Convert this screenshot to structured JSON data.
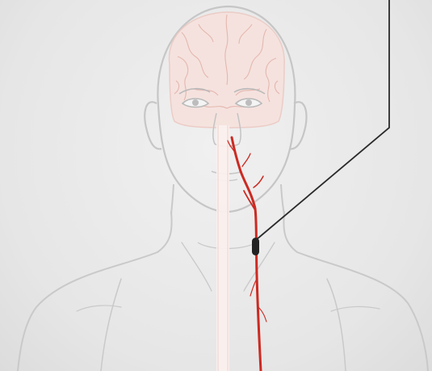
{
  "figure": {
    "subject": "head-neck-anatomy",
    "colors": {
      "background": "#e9e9e9",
      "outline": "#c8c8c8",
      "brain_fill": "#f6dcd6",
      "brain_lines": "#e6b8b0",
      "spine": "#f9ecea",
      "artery": "#cc2a22",
      "device": "#222222",
      "lead_wire": "#2a2a2a"
    },
    "parts": [
      "head-outline",
      "brain",
      "eyes",
      "spinal-column",
      "carotid-artery",
      "implant-device",
      "lead-wire"
    ]
  }
}
